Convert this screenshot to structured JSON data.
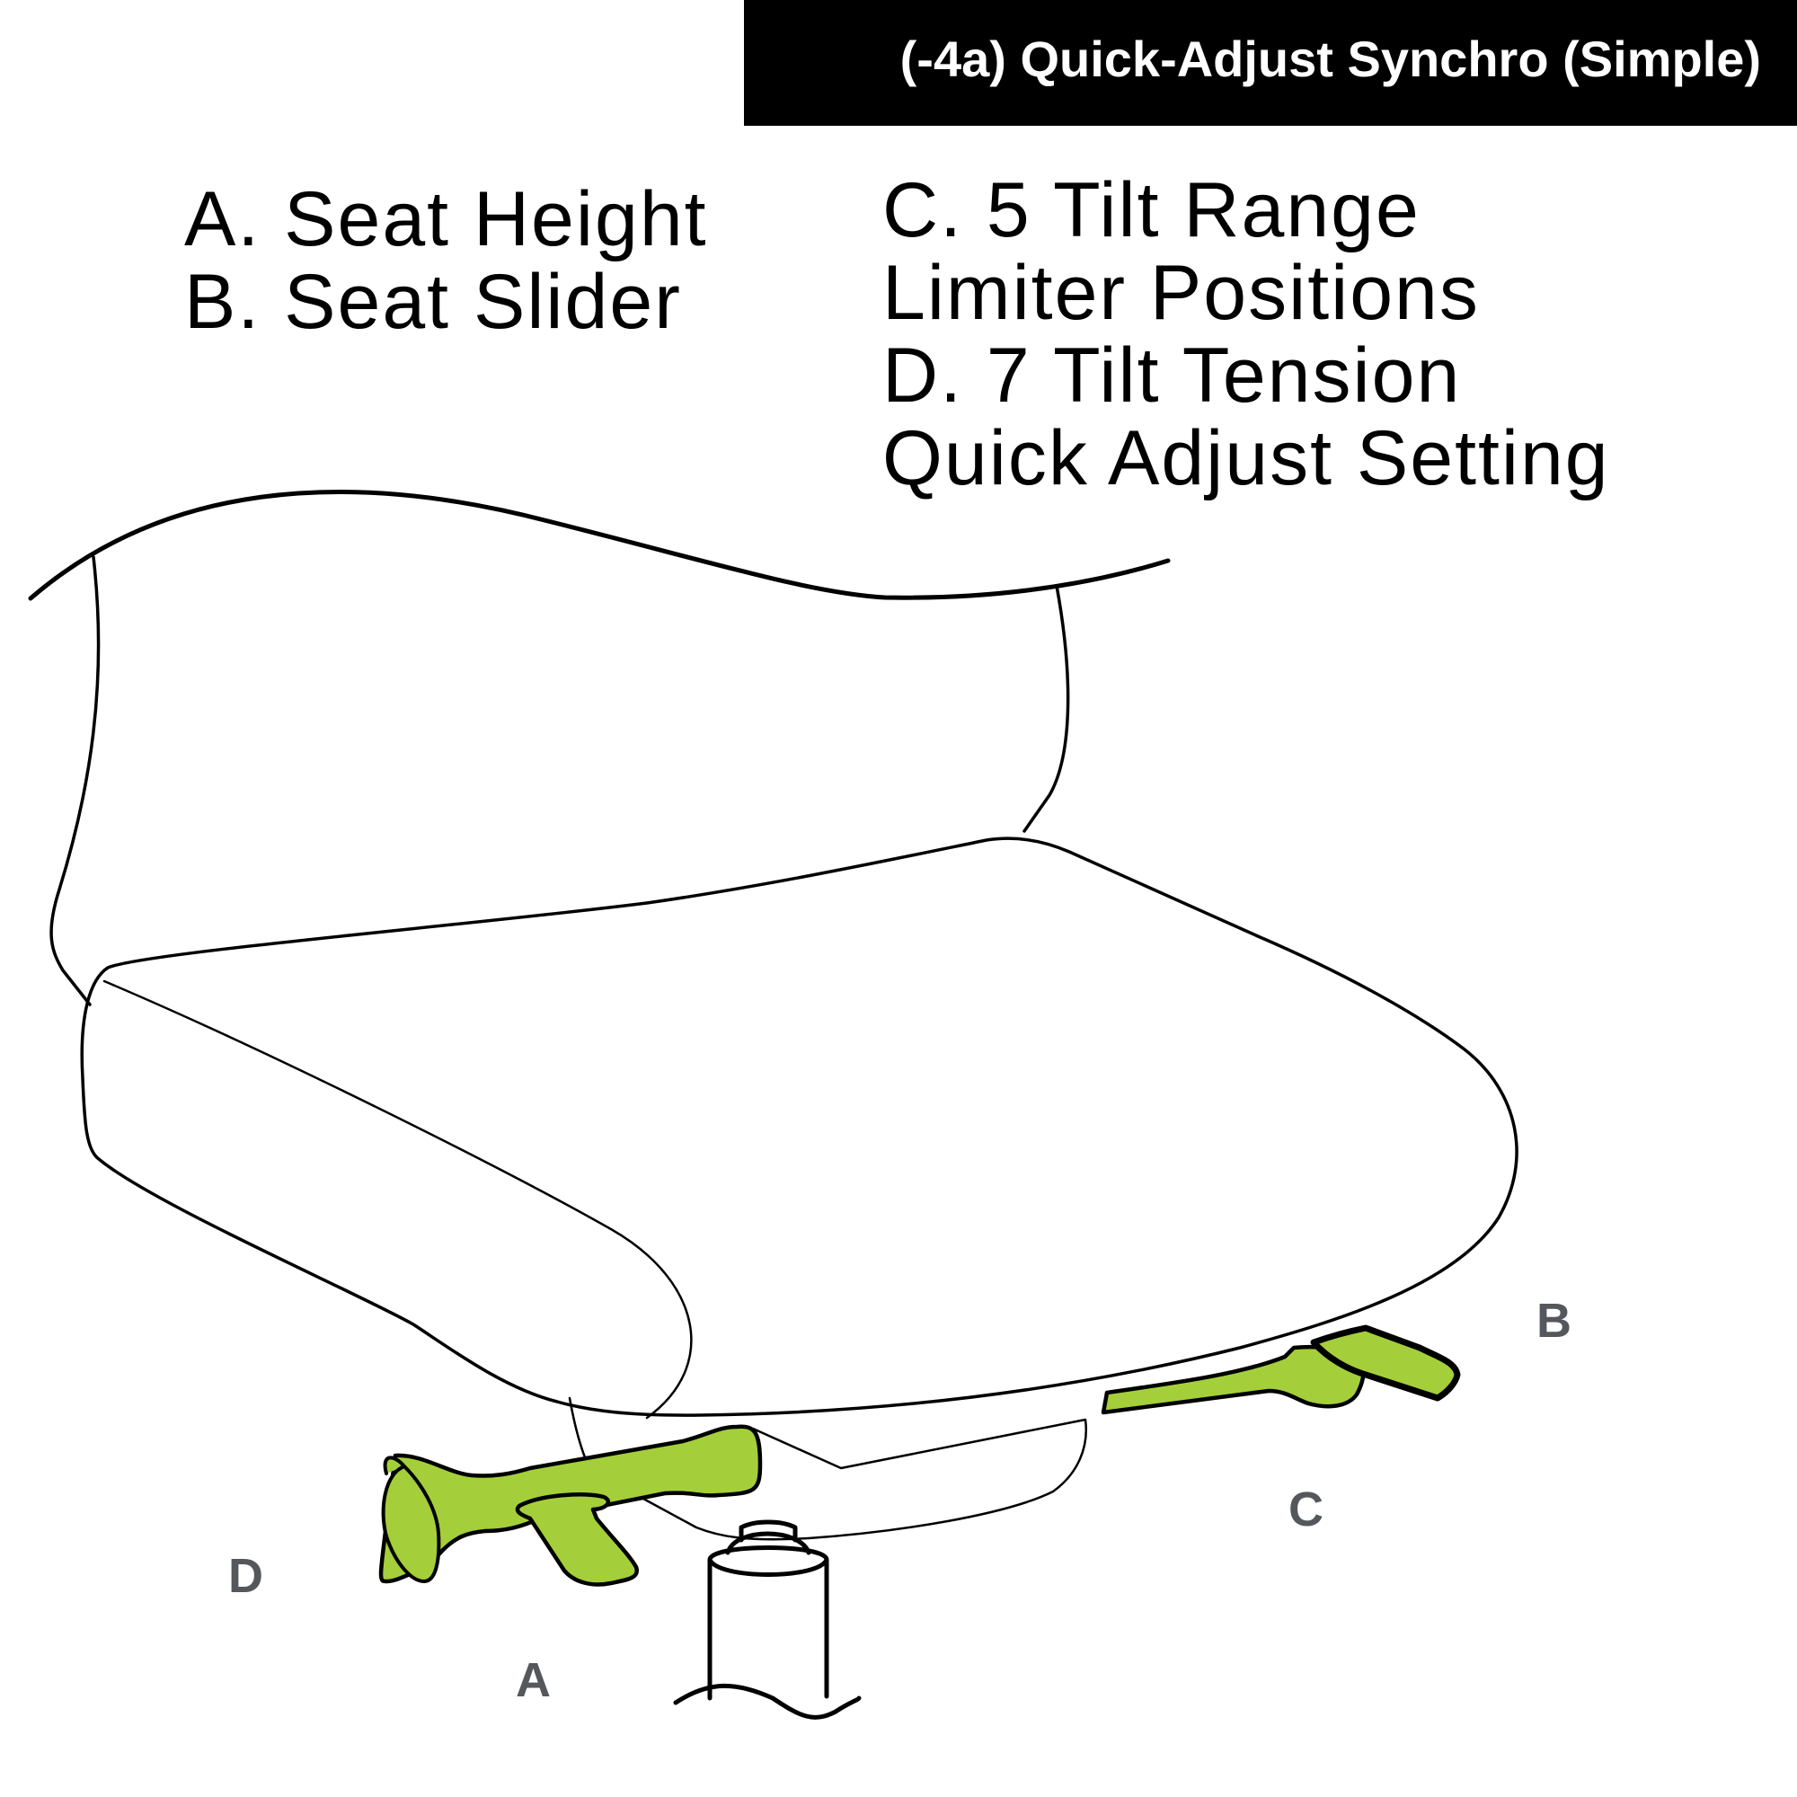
{
  "header": {
    "title": "(-4a)  Quick-Adjust Synchro (Simple)"
  },
  "legend": {
    "left": [
      "A.  Seat Height",
      "B.  Seat Slider"
    ],
    "right": [
      "C. 5 Tilt Range",
      "Limiter Positions",
      "D. 7 Tilt Tension",
      "Quick Adjust Setting"
    ]
  },
  "callouts": {
    "a": "A",
    "b": "B",
    "c": "C",
    "d": "D"
  },
  "colors": {
    "highlight": "#a4cf3a",
    "title_bg": "#000000",
    "callout_text": "#54575c"
  }
}
